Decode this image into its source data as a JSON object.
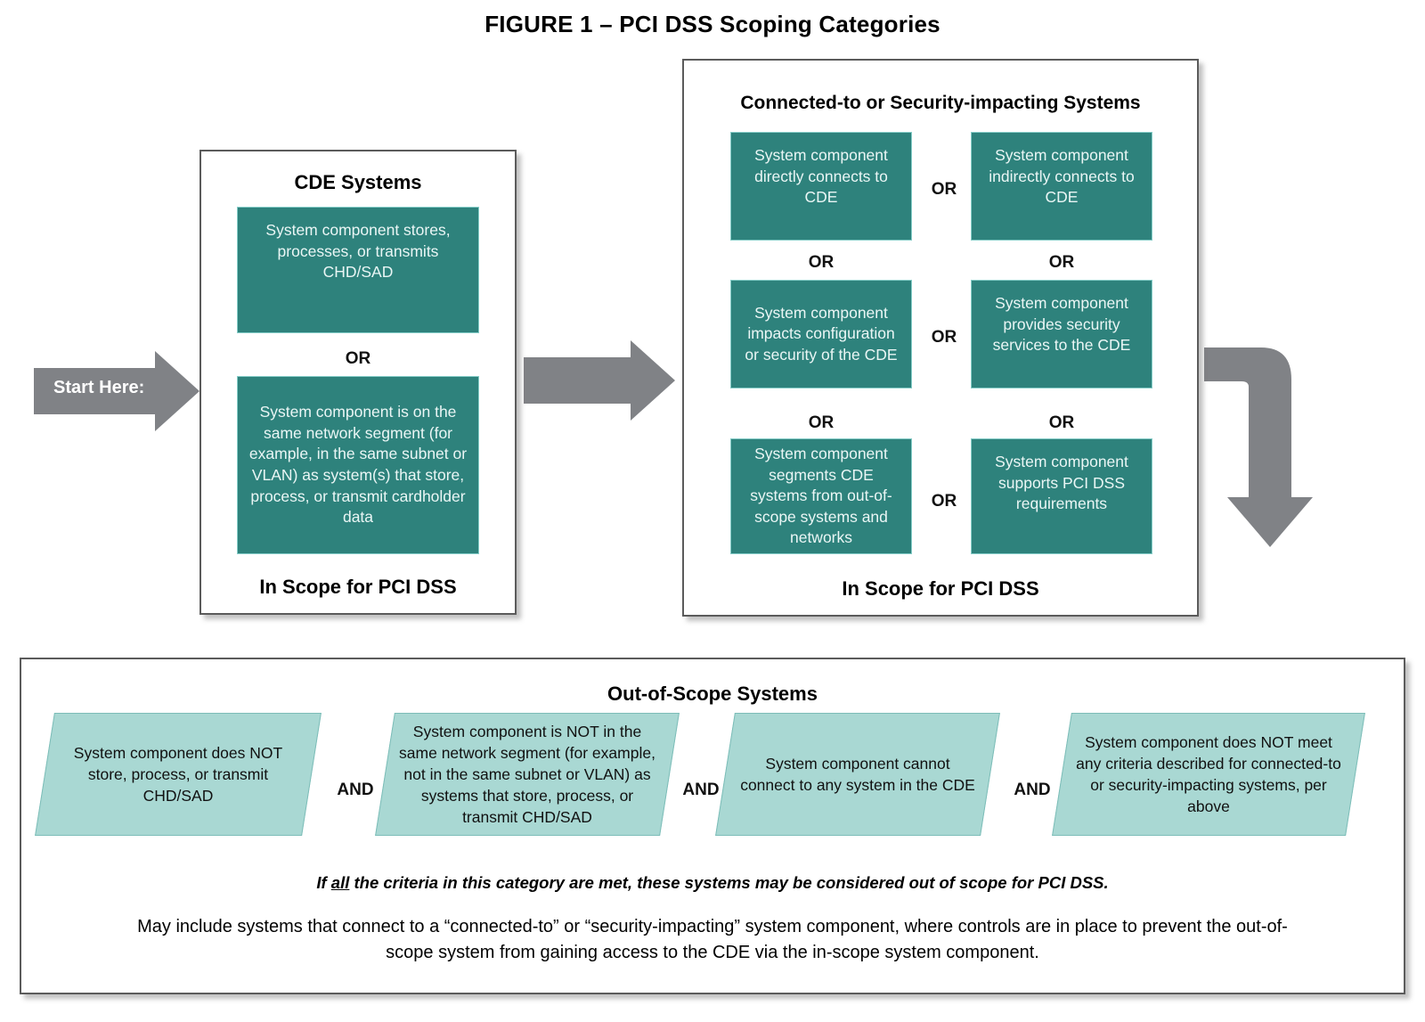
{
  "figure": {
    "title": "FIGURE 1 – PCI DSS Scoping Categories"
  },
  "colors": {
    "teal_fill": "#2E827C",
    "teal_border": "#86CDC8",
    "light_teal_fill": "#A9D8D3",
    "light_teal_border": "#7CBDB8",
    "arrow_gray": "#808286",
    "panel_border": "#5B5B5B",
    "page_background": "#FFFFFF"
  },
  "start_arrow": {
    "label": "Start Here:",
    "icon": "arrow-right-icon"
  },
  "middle_arrow": {
    "icon": "arrow-right-icon"
  },
  "elbow_arrow": {
    "icon": "arrow-elbow-right-down-icon"
  },
  "cde_panel": {
    "title": "CDE Systems",
    "footer": "In Scope for PCI DSS",
    "boxes": [
      {
        "text": "System component stores, processes, or transmits CHD/SAD"
      },
      {
        "text": "System component is on the same network segment (for example, in the same subnet or VLAN) as system(s) that store, process, or transmit cardholder data"
      }
    ],
    "connectors": [
      "OR"
    ]
  },
  "connected_panel": {
    "title": "Connected-to or Security-impacting Systems",
    "footer": "In Scope for PCI DSS",
    "boxes": [
      {
        "text": "System component directly connects to CDE"
      },
      {
        "text": "System component indirectly connects to CDE"
      },
      {
        "text": "System component impacts configuration or security of the CDE"
      },
      {
        "text": "System component provides security services to the CDE"
      },
      {
        "text": "System component segments CDE systems from out-of-scope systems and networks"
      },
      {
        "text": "System component supports PCI DSS requirements"
      }
    ],
    "connectors": {
      "row1_between": "OR",
      "left_col_1": "OR",
      "right_col_1": "OR",
      "row2_between": "OR",
      "left_col_2": "OR",
      "right_col_2": "OR",
      "row3_between": "OR"
    }
  },
  "oos_panel": {
    "title": "Out-of-Scope Systems",
    "boxes": [
      {
        "text": "System component does NOT store, process, or transmit CHD/SAD"
      },
      {
        "text": "System component is NOT in the same network segment (for example, not in the same subnet or VLAN) as systems that store, process, or transmit CHD/SAD"
      },
      {
        "text": "System component cannot connect to any system in the CDE"
      },
      {
        "text": "System component does NOT meet any criteria described for connected-to or security-impacting systems, per above"
      }
    ],
    "connectors": [
      "AND",
      "AND",
      "AND"
    ],
    "note_italic_prefix": "If ",
    "note_italic_underline": "all",
    "note_italic_suffix": " the criteria in this category are met, these systems may be considered out of scope for PCI DSS.",
    "note_plain": "May include systems that connect to a “connected-to” or “security-impacting” system component, where controls are in place to prevent the out-of-scope system from gaining access to the CDE via the in-scope system component."
  }
}
